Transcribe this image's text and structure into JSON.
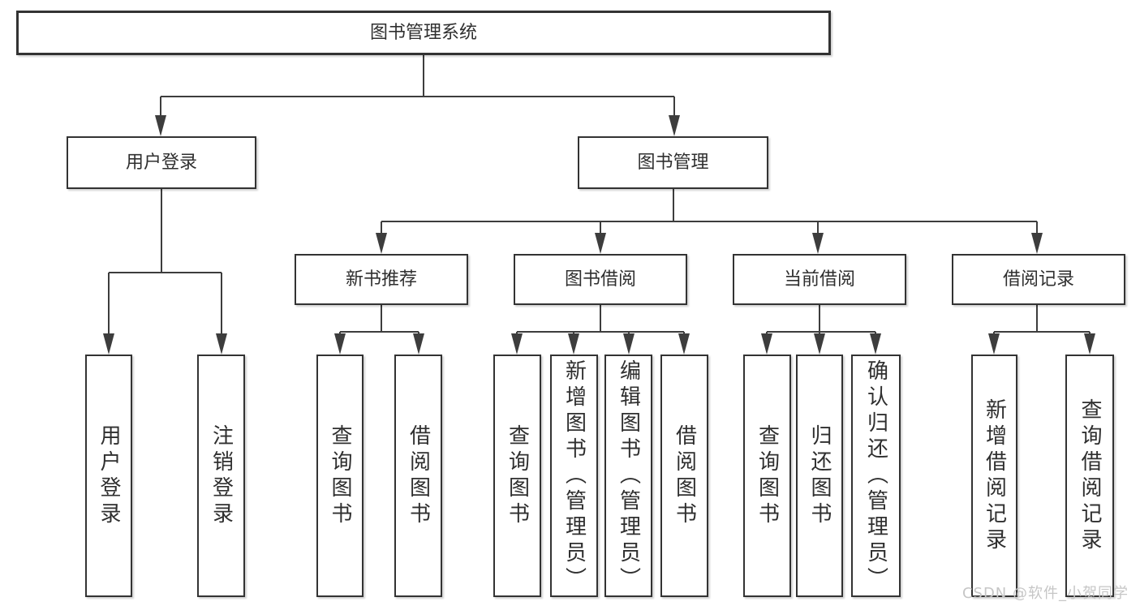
{
  "diagram": {
    "root": {
      "label": "图书管理系统",
      "children": [
        {
          "label": "用户登录",
          "children": [
            {
              "label": "用户登录"
            },
            {
              "label": "注销登录"
            }
          ]
        },
        {
          "label": "图书管理",
          "children": [
            {
              "label": "新书推荐",
              "children": [
                {
                  "label": "查询图书"
                },
                {
                  "label": "借阅图书"
                }
              ]
            },
            {
              "label": "图书借阅",
              "children": [
                {
                  "label": "查询图书"
                },
                {
                  "label": "新增图书（管理员）"
                },
                {
                  "label": "编辑图书（管理员）"
                },
                {
                  "label": "借阅图书"
                }
              ]
            },
            {
              "label": "当前借阅",
              "children": [
                {
                  "label": "查询图书"
                },
                {
                  "label": "归还图书"
                },
                {
                  "label": "确认归还（管理员）"
                }
              ]
            },
            {
              "label": "借阅记录",
              "children": [
                {
                  "label": "新增借阅记录"
                },
                {
                  "label": "查询借阅记录"
                }
              ]
            }
          ]
        }
      ]
    }
  },
  "watermark": {
    "text": "CSDN @软件_小贺同学"
  },
  "colors": {
    "line": "#3d3d3d",
    "box_border": "#333333",
    "text": "#2f2f2f",
    "watermark": "#c6c6c6",
    "background": "#ffffff"
  }
}
